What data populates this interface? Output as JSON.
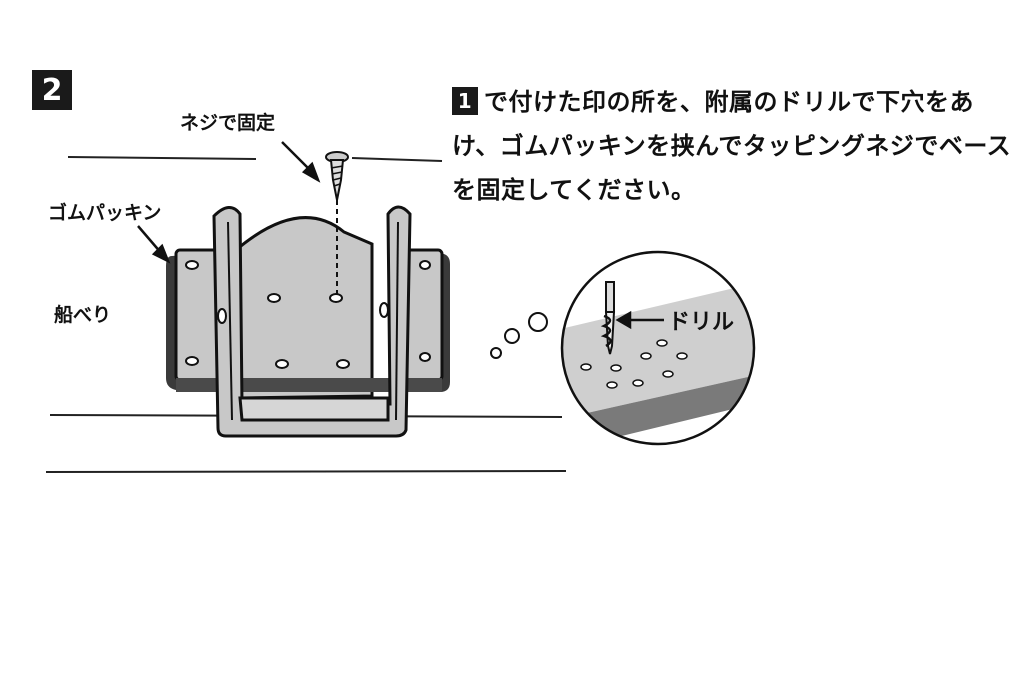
{
  "step_number": "2",
  "instruction": {
    "ref_number": "1",
    "text": "で付けた印の所を、附属のドリルで下穴をあけ、ゴムパッキンを挟んでタッピングネジでベースを固定してください。"
  },
  "labels": {
    "screw": "ネジで固定",
    "gasket": "ゴムパッキン",
    "gunwale": "船べり",
    "drill": "ドリル"
  },
  "icons": [
    "arrow-icon",
    "screw-icon",
    "drill-bit-icon"
  ]
}
